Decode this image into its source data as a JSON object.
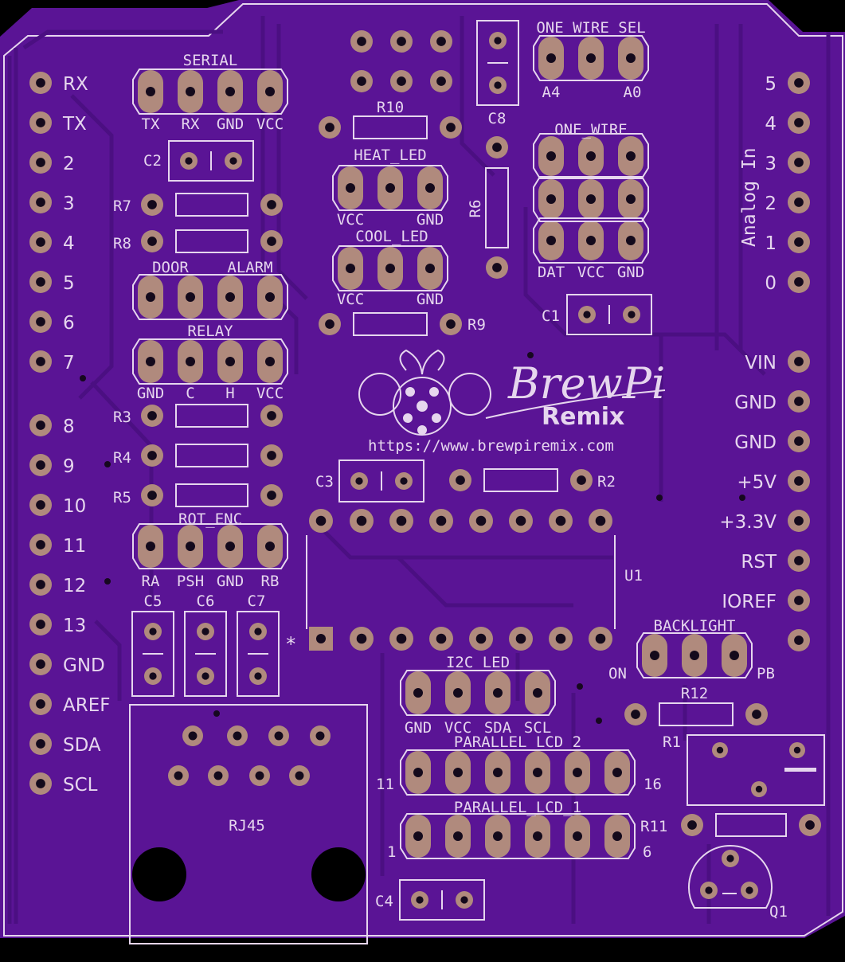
{
  "board": {
    "colors": {
      "board": "#5a1495",
      "silk": "#e6d6ee",
      "pad": "#b08a7d",
      "hole": "#140a1c",
      "trace": "#4b0f82"
    },
    "digital_labels": [
      "RX",
      "TX",
      "2",
      "3",
      "4",
      "5",
      "6",
      "7",
      "8",
      "9",
      "10",
      "11",
      "12",
      "13",
      "GND",
      "AREF",
      "SDA",
      "SCL"
    ],
    "analog_labels": [
      "5",
      "4",
      "3",
      "2",
      "1",
      "0"
    ],
    "analog_title": "Analog In",
    "power_labels": [
      "VIN",
      "GND",
      "GND",
      "+5V",
      "+3.3V",
      "RST",
      "IOREF"
    ],
    "brand_line1": "BrewPi",
    "brand_line2": "Remix",
    "url": "https://www.brewpiremix.com",
    "headers": {
      "serial": {
        "title": "SERIAL",
        "pins": [
          "TX",
          "RX",
          "GND",
          "VCC"
        ]
      },
      "door": "DOOR",
      "alarm": "ALARM",
      "relay": {
        "title": "RELAY",
        "pins": [
          "GND",
          "C",
          "H",
          "VCC"
        ]
      },
      "rot_enc": {
        "title": "ROT_ENC",
        "pins": [
          "RA",
          "PSH",
          "GND",
          "RB"
        ]
      },
      "heat_led": {
        "title": "HEAT_LED",
        "pins": [
          "VCC",
          "GND"
        ]
      },
      "cool_led": {
        "title": "COOL_LED",
        "pins": [
          "VCC",
          "GND"
        ]
      },
      "one_wire_sel": {
        "title": "ONE_WIRE_SEL",
        "pins": [
          "A4",
          "A0"
        ]
      },
      "one_wire": {
        "title": "ONE_WIRE",
        "pins": [
          "DAT",
          "VCC",
          "GND"
        ]
      },
      "backlight": {
        "title": "BACKLIGHT",
        "pins": [
          "ON",
          "PB"
        ]
      },
      "i2c_led": {
        "title": "I2C_LED",
        "pins": [
          "GND",
          "VCC",
          "SDA",
          "SCL"
        ]
      },
      "lcd2": {
        "title": "PARALLEL_LCD_2",
        "left": "11",
        "right": "16"
      },
      "lcd1": {
        "title": "PARALLEL_LCD_1",
        "left": "1",
        "right": "6"
      }
    },
    "parts": {
      "c1": "C1",
      "c2": "C2",
      "c3": "C3",
      "c4": "C4",
      "c5": "C5",
      "c6": "C6",
      "c7": "C7",
      "c8": "C8",
      "r1": "R1",
      "r2": "R2",
      "r3": "R3",
      "r4": "R4",
      "r5": "R5",
      "r6": "R6",
      "r7": "R7",
      "r8": "R8",
      "r9": "R9",
      "r10": "R10",
      "r11": "R11",
      "r12": "R12",
      "u1": "U1",
      "q1": "Q1",
      "rj45": "RJ45",
      "pin1": "*"
    }
  }
}
